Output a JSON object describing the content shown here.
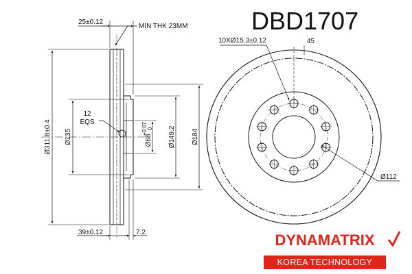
{
  "part_number": "DBD1707",
  "brand": {
    "name": "DYNAMATRIX",
    "tagline": "KOREA TECHNOLOGY",
    "color": "#e1251b"
  },
  "dimensions": {
    "hat_depth": "25±0.12",
    "min_thickness": "MIN THK 23MM",
    "outer_diameter": "Ø311.8±0.4",
    "hub_diameter_135": "Ø135",
    "holes_label": "12",
    "holes_eqs": "EQS",
    "center_bore": "Ø68",
    "center_bore_tol_plus": "+0.07",
    "center_bore_tol_zero": "0",
    "hat_diameter": "Ø149.2",
    "friction_inner": "Ø184",
    "overall_height": "39±0.12",
    "flange_thickness": "7.2",
    "bolt_holes": "10XØ15.3±0.12",
    "angle": "45",
    "pcd": "Ø112"
  }
}
